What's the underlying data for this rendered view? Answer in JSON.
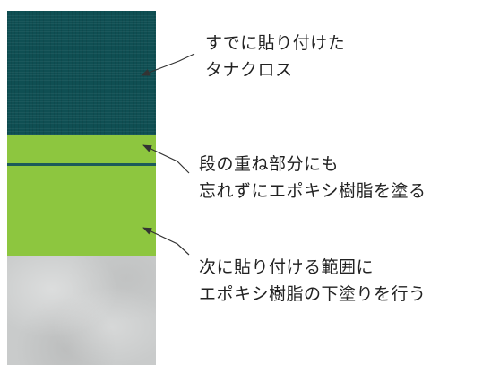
{
  "annotations": [
    {
      "line1": "すでに貼り付けた",
      "line2": "タナクロス"
    },
    {
      "line1": "段の重ね部分にも",
      "line2": "忘れずにエポキシ樹脂を塗る"
    },
    {
      "line1": "次に貼り付ける範囲に",
      "line2": "エポキシ樹脂の下塗りを行う"
    }
  ],
  "colors": {
    "cloth": "#0f4f53",
    "epoxy": "#8dc63f",
    "substrate": "#c9cbcb",
    "leader": "#333333"
  }
}
